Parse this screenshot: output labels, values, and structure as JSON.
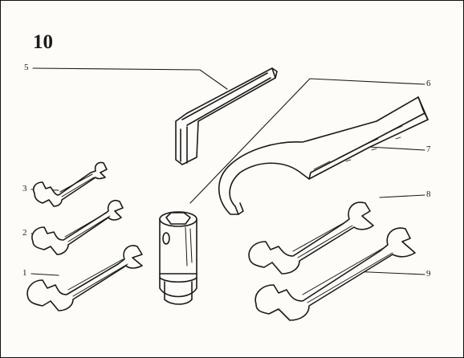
{
  "figure": {
    "number": "10"
  },
  "callouts": {
    "c1": "1",
    "c2": "2",
    "c3": "3",
    "c5": "5",
    "c6": "6",
    "c7": "7",
    "c8": "8",
    "c9": "9"
  },
  "colors": {
    "ink": "#1a1a1a",
    "paper": "#fdfcf8"
  }
}
